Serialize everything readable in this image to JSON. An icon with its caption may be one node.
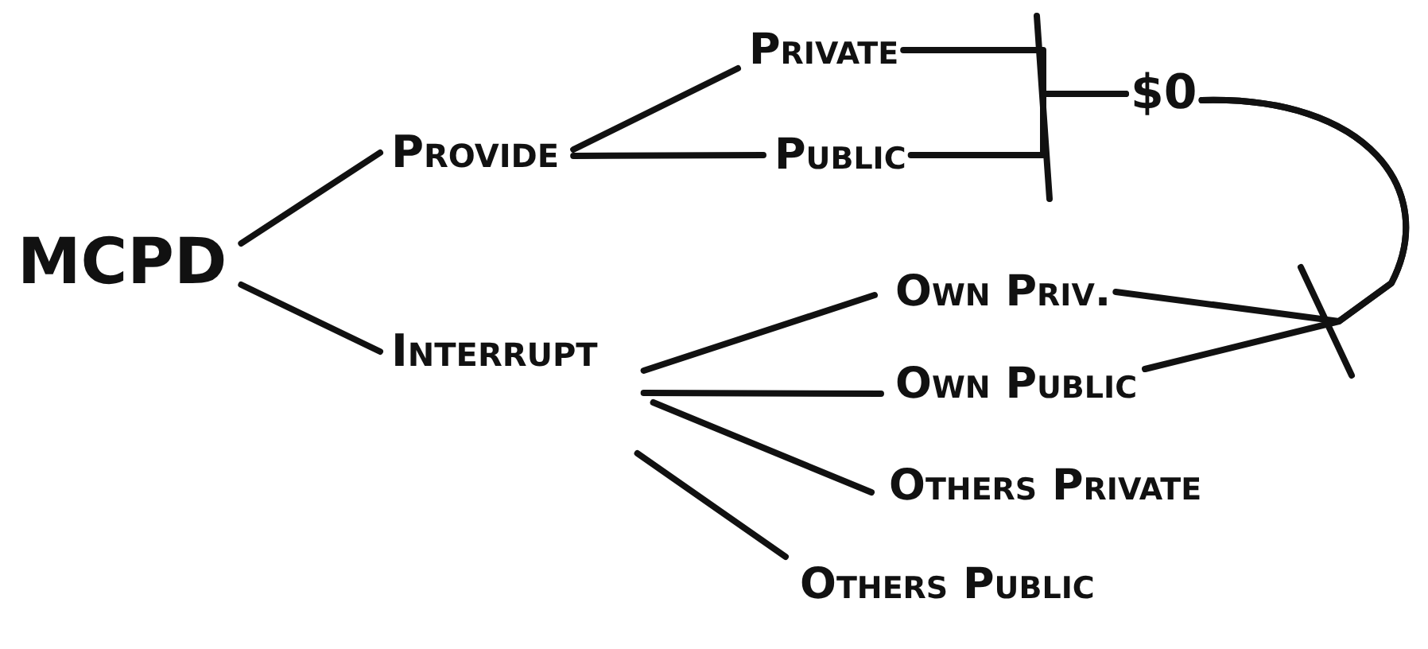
{
  "diagram": {
    "nodes": [
      {
        "text": [
          "MCPD"
        ]
      },
      {
        "text": [
          "Provide"
        ]
      },
      {
        "text": [
          "Interrupt"
        ]
      },
      {
        "text": [
          "Private"
        ]
      },
      {
        "text": [
          "Public"
        ]
      },
      {
        "text": [
          "$0"
        ]
      },
      {
        "text": [
          "Own Priv."
        ]
      },
      {
        "text": [
          "Own Public"
        ]
      },
      {
        "text": [
          "Others Private"
        ]
      },
      {
        "text": [
          "Others Public"
        ]
      }
    ],
    "edges": [
      {
        "from": 0,
        "to": 1,
        "arrow": "none"
      },
      {
        "from": 0,
        "to": 2,
        "arrow": "none"
      },
      {
        "from": 1,
        "to": 3,
        "arrow": "none"
      },
      {
        "from": 1,
        "to": 4,
        "arrow": "none"
      },
      {
        "from": 2,
        "to": 6,
        "arrow": "none"
      },
      {
        "from": 2,
        "to": 7,
        "arrow": "none"
      },
      {
        "from": 2,
        "to": 8,
        "arrow": "none"
      },
      {
        "from": 2,
        "to": 9,
        "arrow": "none"
      },
      {
        "from": 3,
        "to": 5,
        "arrow": "none"
      },
      {
        "from": 4,
        "to": 5,
        "arrow": "none"
      },
      {
        "from": 5,
        "to": 6,
        "arrow": "none"
      },
      {
        "from": 5,
        "to": 7,
        "arrow": "none"
      }
    ]
  }
}
